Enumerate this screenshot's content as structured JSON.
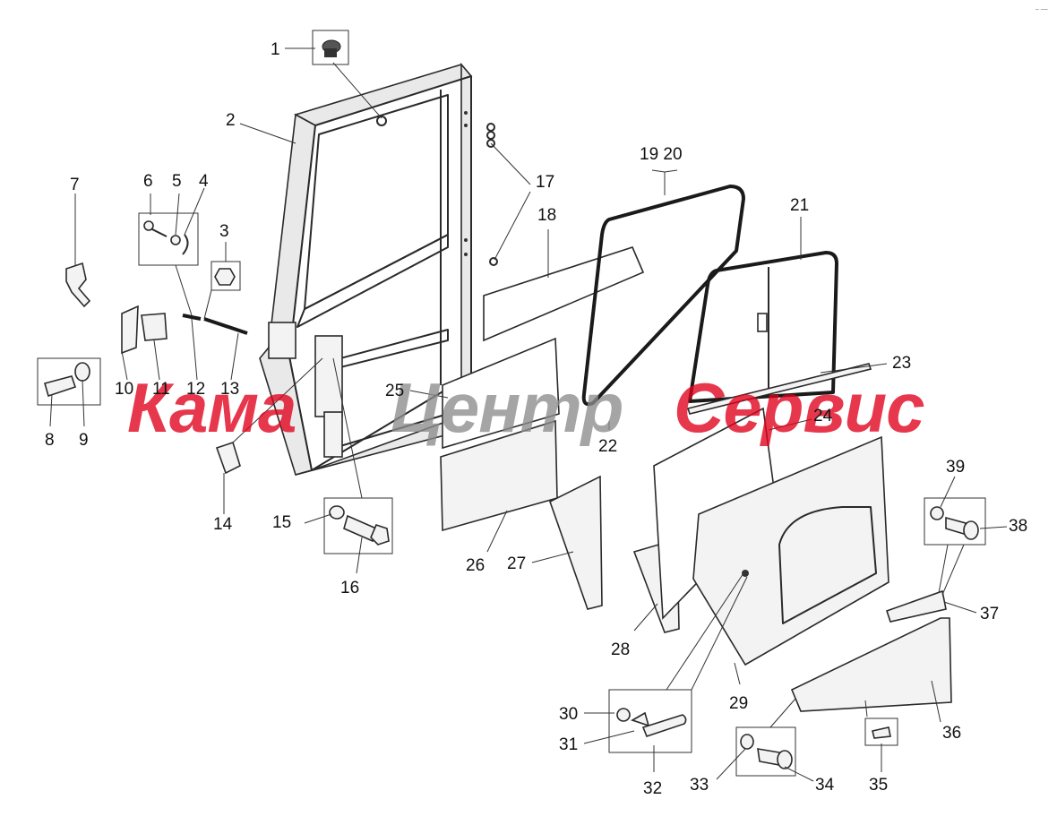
{
  "watermark": {
    "part1": "Кама",
    "part2": "Центр",
    "part3": "Сервис",
    "color_red": "#e0001b",
    "color_gray": "#8c8c8c"
  },
  "corner_mark": "– ––",
  "callouts": [
    {
      "id": "1",
      "text": "1"
    },
    {
      "id": "2",
      "text": "2"
    },
    {
      "id": "3",
      "text": "3"
    },
    {
      "id": "4",
      "text": "4"
    },
    {
      "id": "5",
      "text": "5"
    },
    {
      "id": "6",
      "text": "6"
    },
    {
      "id": "7",
      "text": "7"
    },
    {
      "id": "8",
      "text": "8"
    },
    {
      "id": "9",
      "text": "9"
    },
    {
      "id": "10",
      "text": "10"
    },
    {
      "id": "11",
      "text": "11"
    },
    {
      "id": "12",
      "text": "12"
    },
    {
      "id": "13",
      "text": "13"
    },
    {
      "id": "14",
      "text": "14"
    },
    {
      "id": "15",
      "text": "15"
    },
    {
      "id": "16",
      "text": "16"
    },
    {
      "id": "17",
      "text": "17"
    },
    {
      "id": "18",
      "text": "18"
    },
    {
      "id": "19_20",
      "text": "19 20"
    },
    {
      "id": "21",
      "text": "21"
    },
    {
      "id": "22",
      "text": "22"
    },
    {
      "id": "23",
      "text": "23"
    },
    {
      "id": "24",
      "text": "24"
    },
    {
      "id": "25",
      "text": "25"
    },
    {
      "id": "26",
      "text": "26"
    },
    {
      "id": "27",
      "text": "27"
    },
    {
      "id": "28",
      "text": "28"
    },
    {
      "id": "29",
      "text": "29"
    },
    {
      "id": "30",
      "text": "30"
    },
    {
      "id": "31",
      "text": "31"
    },
    {
      "id": "32",
      "text": "32"
    },
    {
      "id": "33",
      "text": "33"
    },
    {
      "id": "34",
      "text": "34"
    },
    {
      "id": "35",
      "text": "35"
    },
    {
      "id": "36",
      "text": "36"
    },
    {
      "id": "37",
      "text": "37"
    },
    {
      "id": "38",
      "text": "38"
    },
    {
      "id": "39",
      "text": "39"
    }
  ]
}
